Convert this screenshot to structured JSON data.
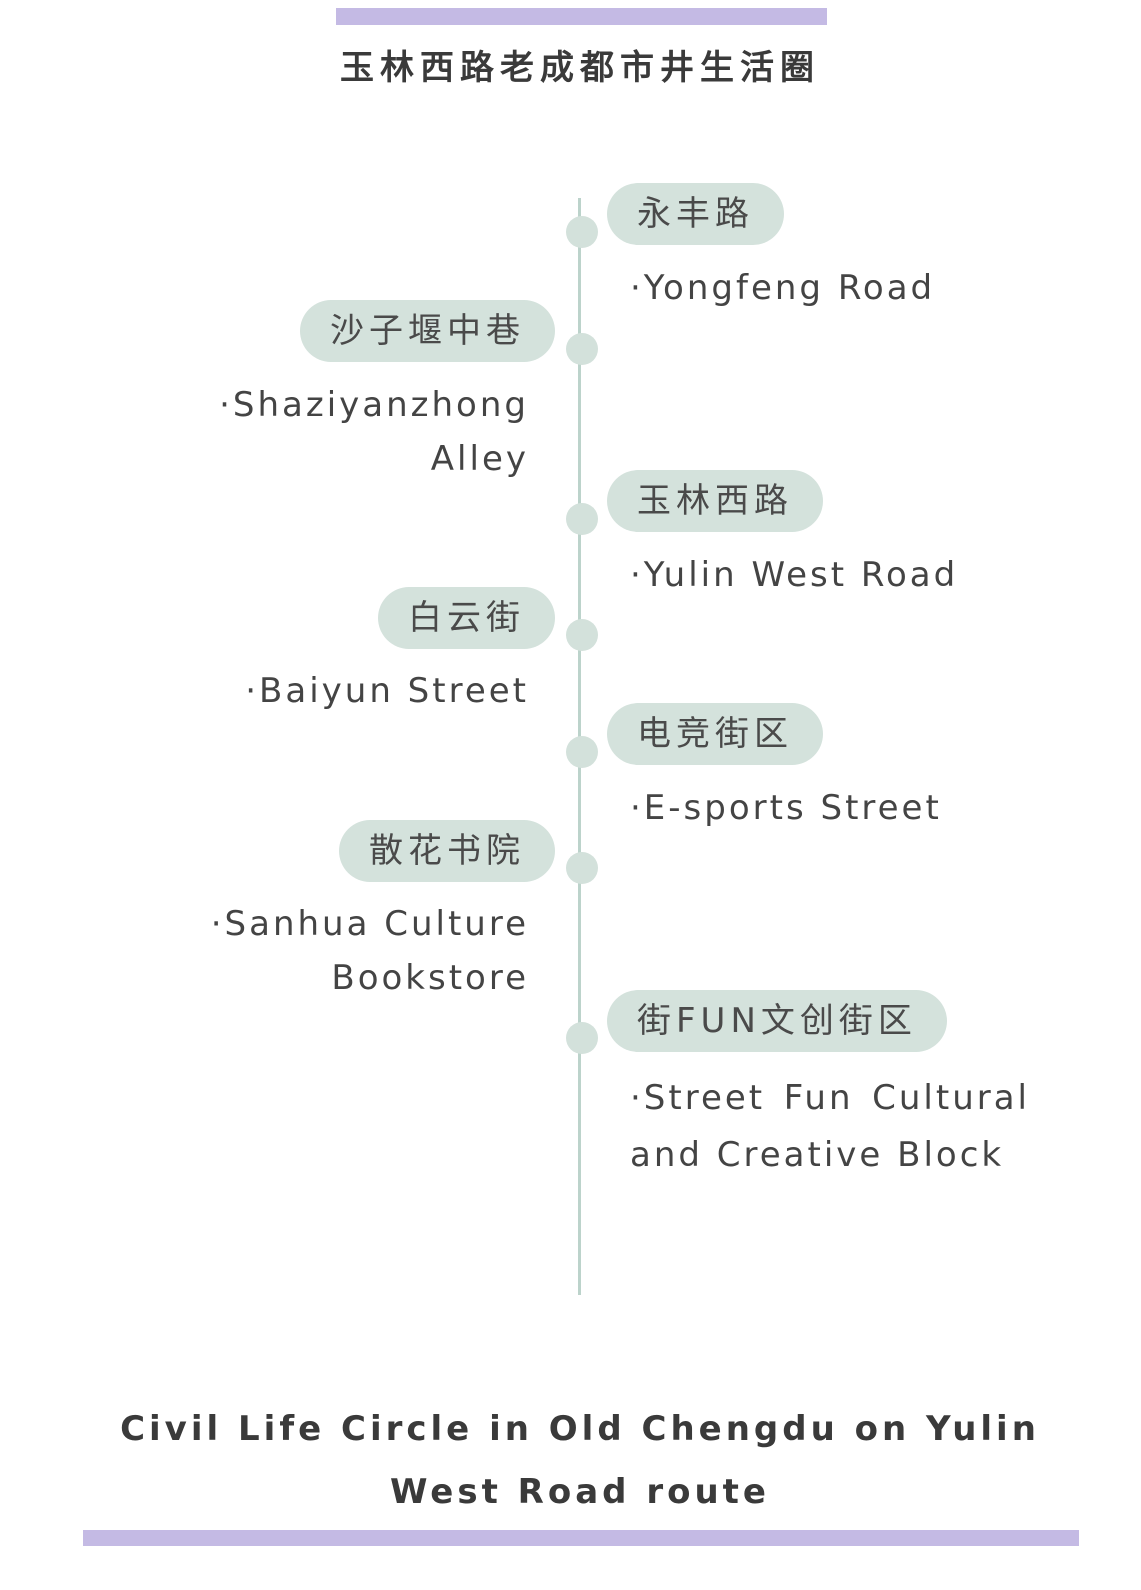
{
  "title": "玉林西路老成都市井生活圈",
  "stops": [
    {
      "zh": "永丰路",
      "en": "·Yongfeng Road"
    },
    {
      "zh": "沙子堰中巷",
      "en": "·Shaziyanzhong Alley"
    },
    {
      "zh": "玉林西路",
      "en": "·Yulin West Road"
    },
    {
      "zh": "白云街",
      "en": "·Baiyun Street"
    },
    {
      "zh": "电竞街区",
      "en": "·E-sports Street"
    },
    {
      "zh": "散花书院",
      "en": "·Sanhua Culture Bookstore"
    },
    {
      "zh": "街FUN文创街区",
      "en": "·Street Fun Cultural and Creative Block"
    }
  ],
  "footer": "Civil Life Circle in Old Chengdu on Yulin West Road route",
  "colors": {
    "accent_bar": "#c4bae4",
    "pill": "#d4e2dc",
    "line": "#bcd3cb"
  }
}
